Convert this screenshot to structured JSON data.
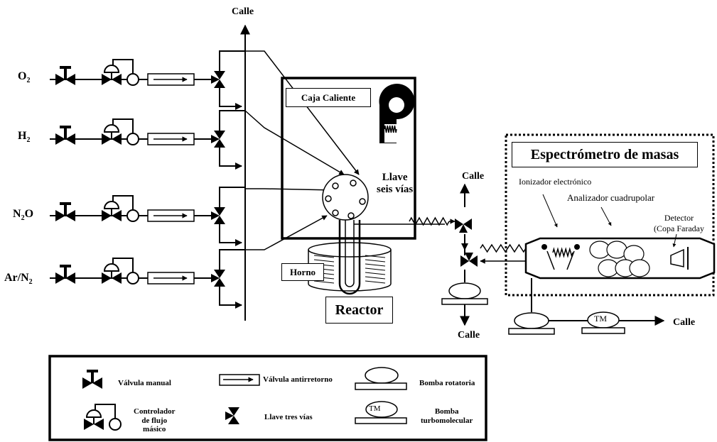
{
  "gases": [
    {
      "label": "O",
      "sub": "2",
      "suffix": ""
    },
    {
      "label": "H",
      "sub": "2",
      "suffix": ""
    },
    {
      "label": "N",
      "sub": "2",
      "suffix": "O"
    },
    {
      "label": "Ar/N",
      "sub": "2",
      "suffix": ""
    }
  ],
  "labels": {
    "vent_top": "Calle",
    "hot_box": "Caja Caliente",
    "valve_six": "Llave\nseis vías",
    "oven": "Horno",
    "reactor": "Reactor",
    "vent_mid": "Calle",
    "vent_bottom": "Calle",
    "vent_right": "Calle",
    "ms_title": "Espectrómetro de masas",
    "ionizer": "Ionizador electrónico",
    "analyzer": "Analizador cuadrupolar",
    "detector": "Detector\n(Copa Faraday",
    "tm_pump": "TM"
  },
  "legend": {
    "manual_valve": "Válvula manual",
    "check_valve": "Válvula antirretorno",
    "rotary_pump": "Bomba rotatoria",
    "mass_flow": "Controlador\nde flujo\nmásico",
    "three_way": "Llave tres vías",
    "turbo_pump": "Bomba\nturbomolecular",
    "tm": "TM"
  }
}
